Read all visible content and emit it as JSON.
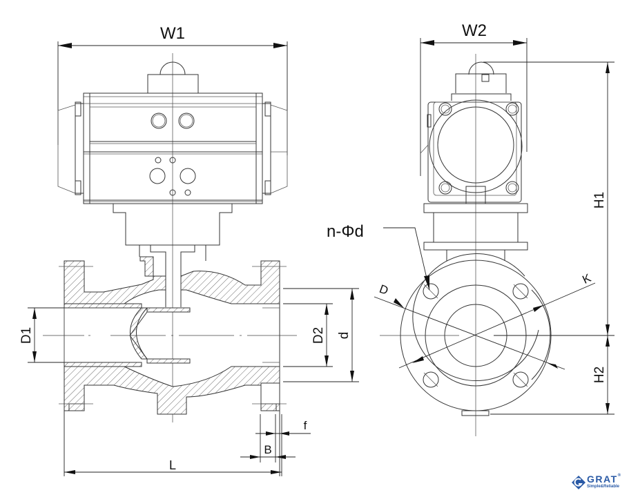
{
  "drawing": {
    "title": "Pneumatic Flanged Ball Valve Dimension Drawing",
    "views": [
      "front-section-view",
      "side-view"
    ],
    "dimension_labels": {
      "w1": "W1",
      "w2": "W2",
      "h1": "H1",
      "h2": "H2",
      "d1": "D1",
      "d2": "D2",
      "d_small": "d",
      "l": "L",
      "b": "B",
      "f": "f",
      "n_phi_d": "n-Φd",
      "D": "D",
      "K": "K"
    }
  },
  "brand": {
    "name": "GRAT",
    "registered": "®",
    "tagline": "Simple&Reliable",
    "color": "#2a5aa6"
  }
}
